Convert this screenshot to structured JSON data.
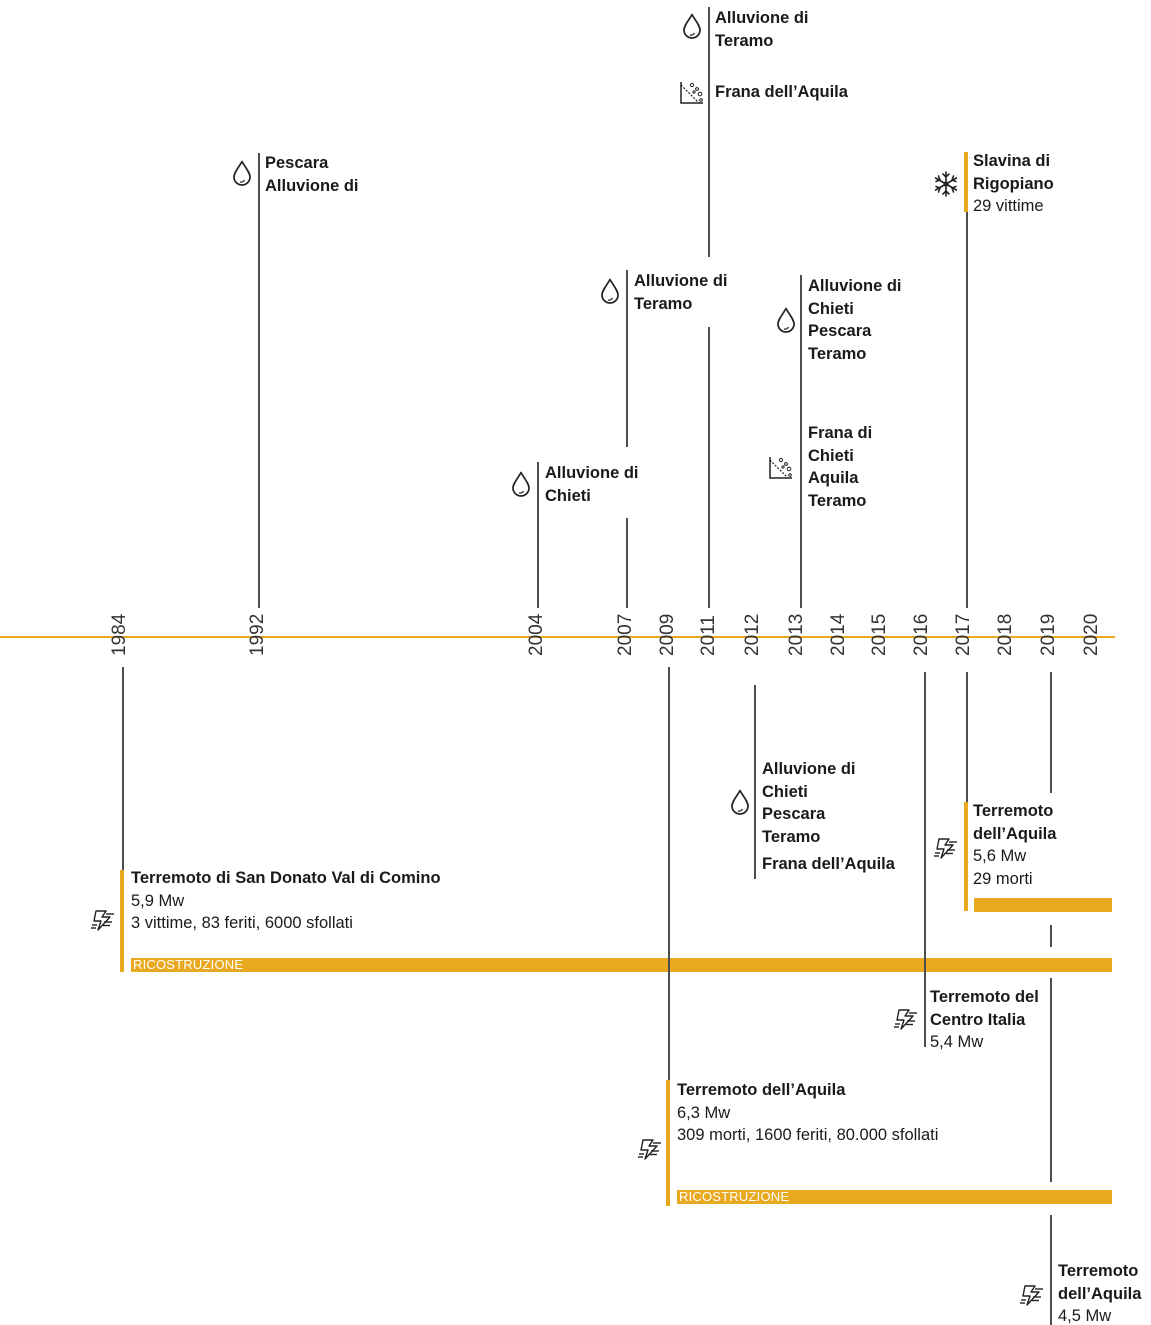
{
  "colors": {
    "accent": "#e8a820",
    "line": "#4d4d4d",
    "text": "#1a1a1a"
  },
  "years": [
    "1984",
    "1992",
    "2004",
    "2007",
    "2009",
    "2011",
    "2012",
    "2013",
    "2014",
    "2015",
    "2016",
    "2017",
    "2018",
    "2019",
    "2020"
  ],
  "top_events": {
    "e1992": {
      "icon": "water-drop-icon",
      "line1": "Pescara",
      "line2": "Alluvione di"
    },
    "e2004": {
      "icon": "water-drop-icon",
      "line1": "Alluvione di",
      "line2": "Chieti"
    },
    "e2007": {
      "icon": "water-drop-icon",
      "line1": "Alluvione di",
      "line2": "Teramo"
    },
    "e2011a": {
      "icon": "water-drop-icon",
      "line1": "Alluvione di",
      "line2": "Teramo"
    },
    "e2011b": {
      "icon": "landslide-icon",
      "line1": "Frana dell’Aquila"
    },
    "e2013a": {
      "icon": "water-drop-icon",
      "line1": "Alluvione di",
      "line2": "Chieti",
      "line3": "Pescara",
      "line4": "Teramo"
    },
    "e2013b": {
      "icon": "landslide-icon",
      "line1": "Frana di",
      "line2": "Chieti",
      "line3": "Aquila",
      "line4": "Teramo"
    },
    "e2017": {
      "icon": "snowflake-icon",
      "line1": "Slavina di",
      "line2": "Rigopiano",
      "detail": "29 vittime"
    }
  },
  "bottom_events": {
    "e1984": {
      "icon": "earthquake-icon",
      "title": "Terremoto di San Donato Val di Comino",
      "magnitude": "5,9 Mw",
      "detail": "3 vittime, 83 feriti, 6000 sfollati",
      "bar_label": "RICOSTRUZIONE"
    },
    "e2012": {
      "icon": "water-drop-icon",
      "line1": "Alluvione di",
      "line2": "Chieti",
      "line3": "Pescara",
      "line4": "Teramo",
      "line5": "Frana dell’Aquila"
    },
    "e2017": {
      "icon": "earthquake-icon",
      "line1": "Terremoto",
      "line2": "dell’Aquila",
      "magnitude": "5,6 Mw",
      "detail": "29 morti"
    },
    "e2016": {
      "icon": "earthquake-icon",
      "line1": "Terremoto del",
      "line2": "Centro Italia",
      "magnitude": "5,4 Mw"
    },
    "e2009": {
      "icon": "earthquake-icon",
      "title": "Terremoto dell’Aquila",
      "magnitude": "6,3 Mw",
      "detail": "309 morti, 1600 feriti, 80.000 sfollati",
      "bar_label": "RICOSTRUZIONE"
    },
    "e2019": {
      "icon": "earthquake-icon",
      "line1": "Terremoto",
      "line2": "dell’Aquila",
      "magnitude": "4,5 Mw"
    }
  }
}
